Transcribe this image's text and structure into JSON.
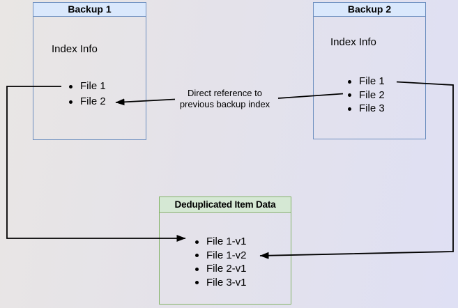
{
  "diagram": {
    "backup1": {
      "title": "Backup 1",
      "section_label": "Index Info",
      "items": [
        "File 1",
        "File 2"
      ],
      "header_fill": "#dae8fc",
      "border_color": "#6c8ebf"
    },
    "backup2": {
      "title": "Backup 2",
      "section_label": "Index Info",
      "items": [
        "File 1",
        "File 2",
        "File 3"
      ],
      "header_fill": "#dae8fc",
      "border_color": "#6c8ebf"
    },
    "dedup": {
      "title": "Deduplicated Item Data",
      "items": [
        "File 1-v1",
        "File 1-v2",
        "File 2-v1",
        "File 3-v1"
      ],
      "header_fill": "#d5e8d4",
      "border_color": "#82b366"
    },
    "edge_label": {
      "line1": "Direct reference to",
      "line2": "previous backup index"
    },
    "connector_color": "#000000",
    "background_left": "#e9e6e4",
    "background_right": "#dfe0f4"
  }
}
